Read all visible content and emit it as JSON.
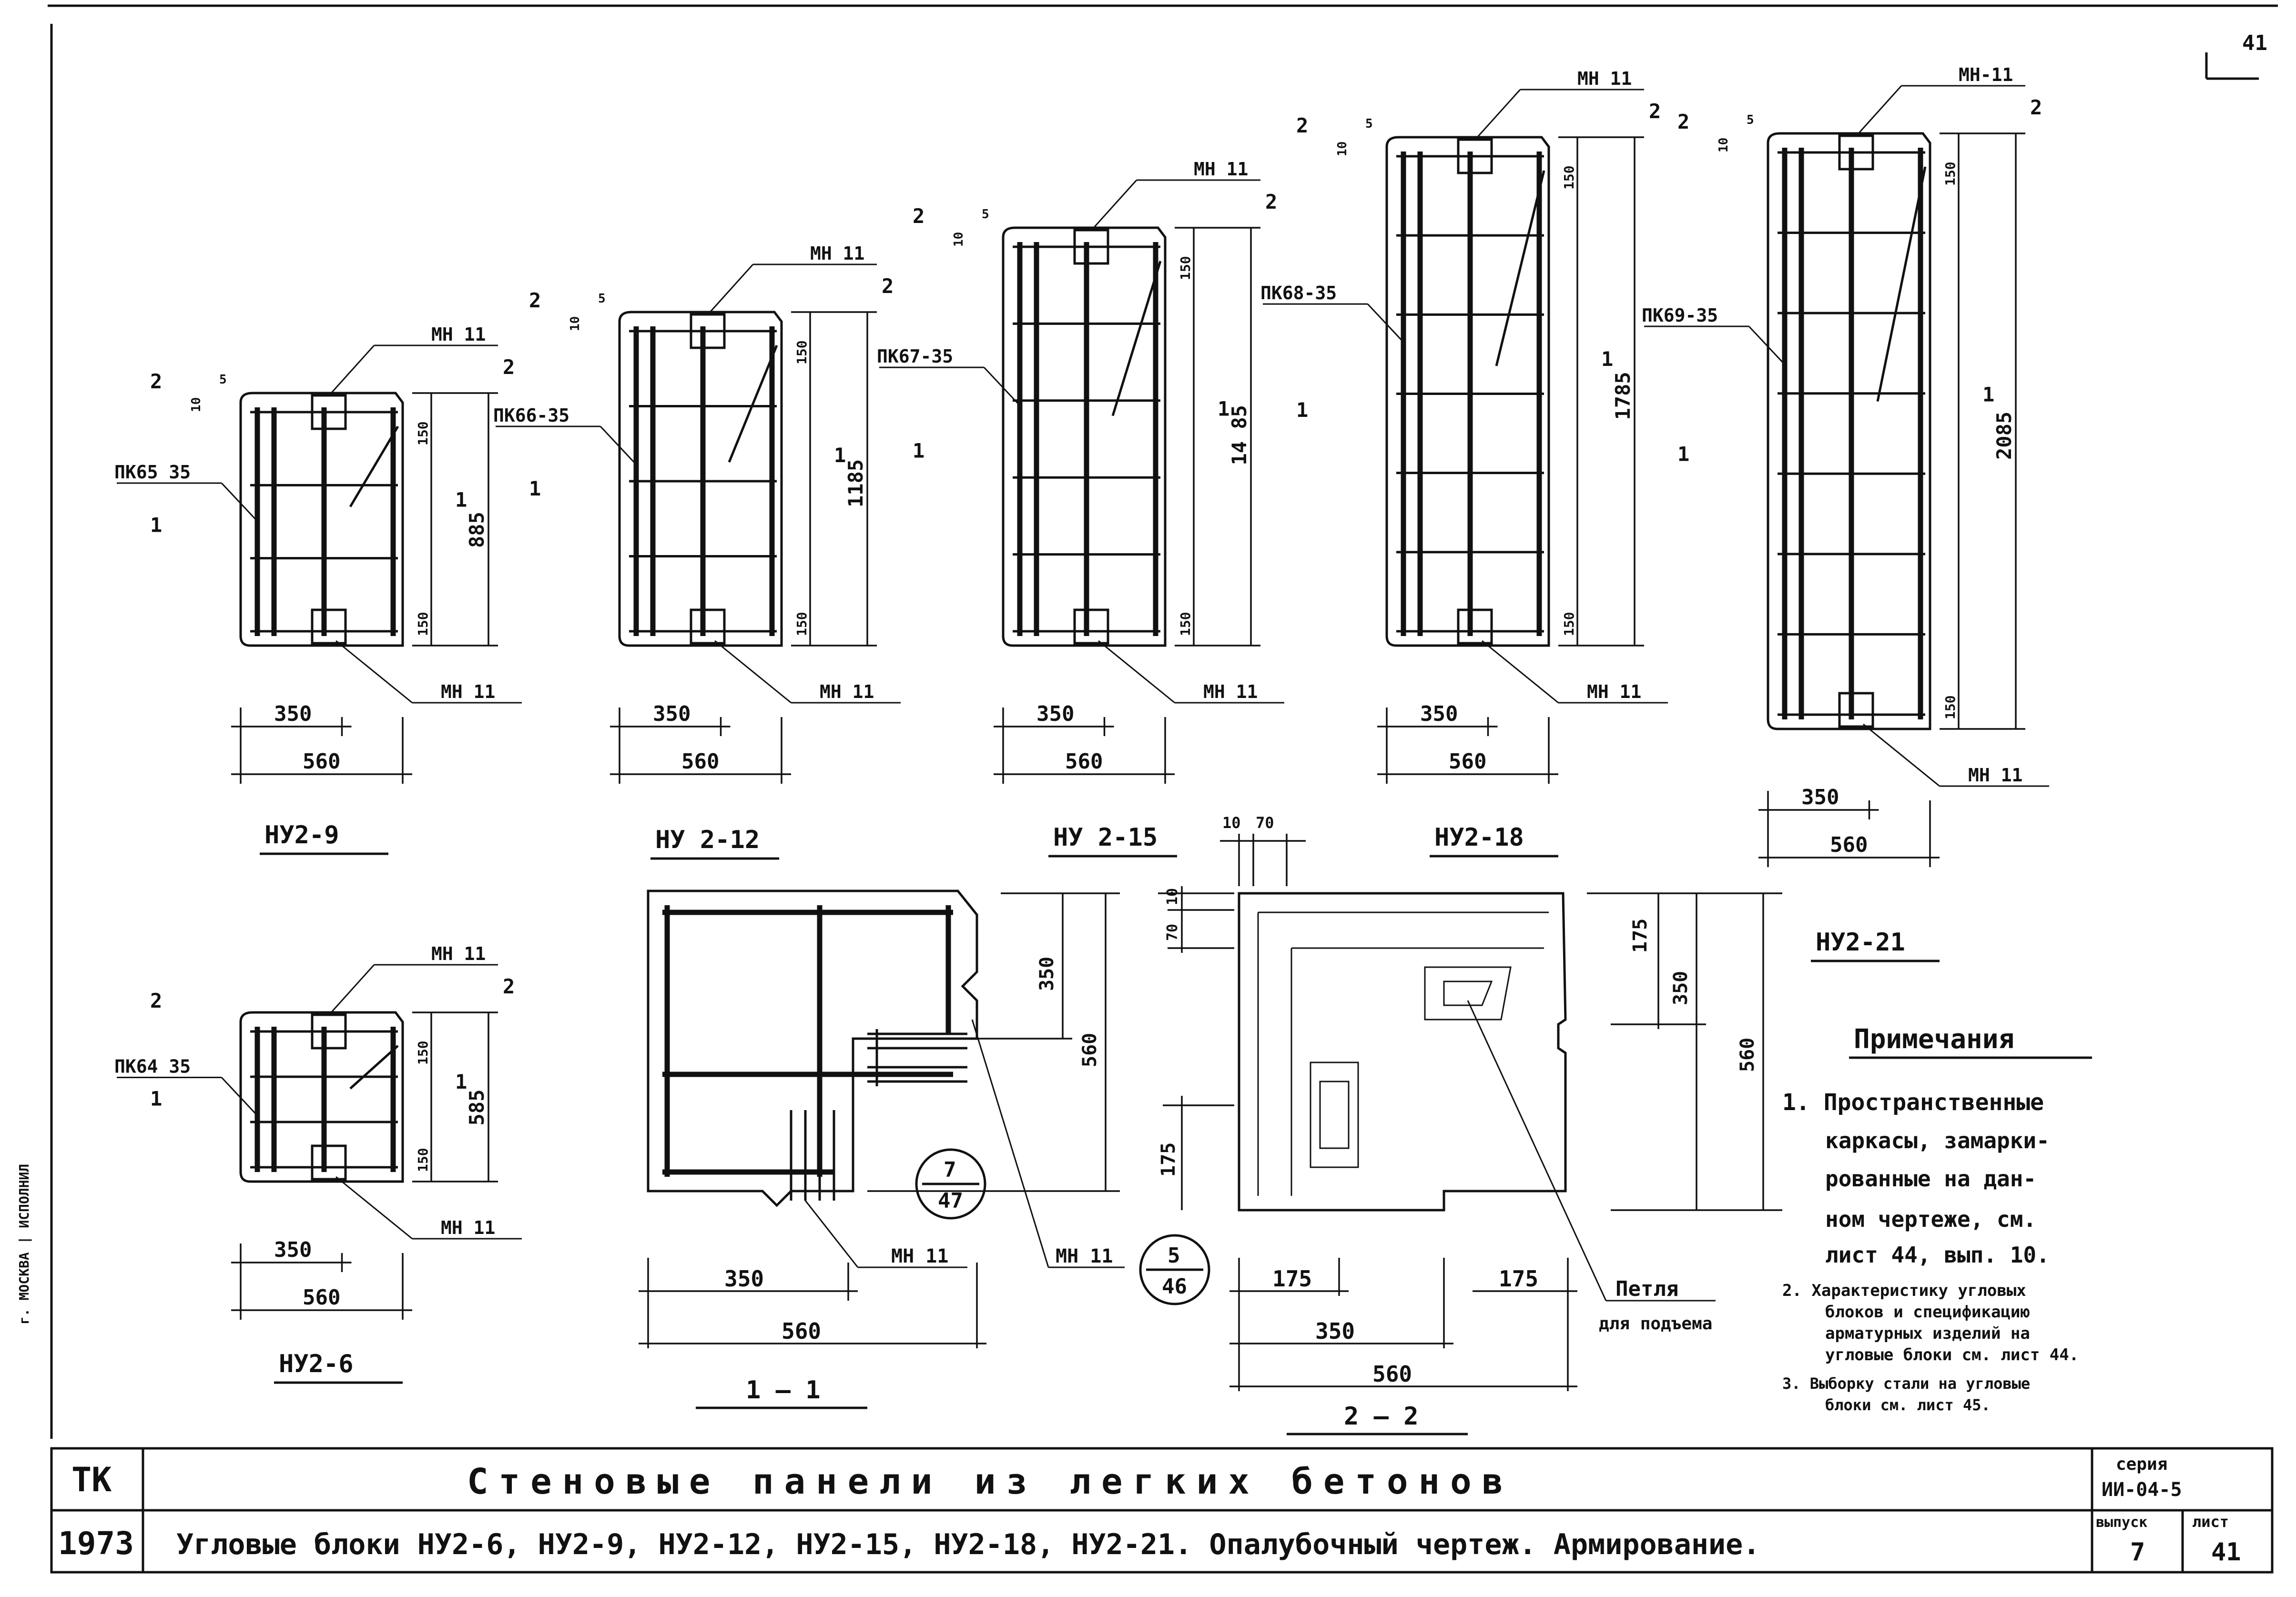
{
  "sheet": {
    "page_number": "41",
    "vertical_note": "г. МОСКВА | ИСПОЛНИЛ"
  },
  "elements": [
    {
      "id": "nu2-9",
      "title": "НУ2-9",
      "frame": "ПК65 35",
      "height": "885",
      "mesh_top": "МН 11",
      "mesh_bottom": "МН 11",
      "dim_w1": "350",
      "dim_w2": "560",
      "dim_a": "150",
      "dim_b": "150",
      "off_a": "5",
      "off_b": "10",
      "sec1": "1",
      "sec2": "2"
    },
    {
      "id": "nu2-12",
      "title": "НУ 2-12",
      "frame": "ПК66-35",
      "height": "1185",
      "mesh_top": "МН 11",
      "mesh_bottom": "МН 11",
      "dim_w1": "350",
      "dim_w2": "560",
      "dim_a": "150",
      "dim_b": "150",
      "off_a": "5",
      "off_b": "10",
      "sec1": "1",
      "sec2": "2"
    },
    {
      "id": "nu2-15",
      "title": "НУ 2-15",
      "frame": "ПК67-35",
      "height": "14 85",
      "mesh_top": "МН 11",
      "mesh_bottom": "МН 11",
      "dim_w1": "350",
      "dim_w2": "560",
      "dim_a": "150",
      "dim_b": "150",
      "off_a": "5",
      "off_b": "10",
      "sec1": "1",
      "sec2": "2"
    },
    {
      "id": "nu2-18",
      "title": "НУ2-18",
      "frame": "ПК68-35",
      "height": "1785",
      "mesh_top": "МН 11",
      "mesh_bottom": "МН 11",
      "dim_w1": "350",
      "dim_w2": "560",
      "dim_a": "150",
      "dim_b": "150",
      "off_a": "5",
      "off_b": "10",
      "sec1": "1",
      "sec2": "2"
    },
    {
      "id": "nu2-21",
      "title": "НУ2-21",
      "frame": "ПК69-35",
      "height": "2085",
      "mesh_top": "МН-11",
      "mesh_bottom": "МН 11",
      "dim_w1": "350",
      "dim_w2": "560",
      "dim_a": "150",
      "dim_b": "150",
      "off_a": "5",
      "off_b": "10",
      "sec1": "1",
      "sec2": "2"
    },
    {
      "id": "nu2-6",
      "title": "НУ2-6",
      "frame": "ПК64 35",
      "height": "585",
      "mesh_top": "МН 11",
      "mesh_bottom": "МН 11",
      "dim_w1": "350",
      "dim_w2": "560",
      "dim_a": "150",
      "dim_b": "150",
      "sec1": "1",
      "sec2": "2"
    }
  ],
  "section_1": {
    "title": "1 — 1",
    "mesh_a": "МН 11",
    "mesh_b": "МН 11",
    "ref_top": "7",
    "ref_bottom": "47",
    "dim_350_h": "350",
    "dim_560_h": "560",
    "dim_350_w": "350",
    "dim_560_w": "560"
  },
  "section_2": {
    "title": "2 — 2",
    "ref_top": "5",
    "ref_bottom": "46",
    "dim_10": "10",
    "dim_70": "70",
    "dim_10v": "10",
    "dim_70v": "70",
    "dim_175_top": "175",
    "dim_350_v": "350",
    "dim_560_v": "560",
    "dim_175_left": "175",
    "dim_175_a": "175",
    "dim_175_b": "175",
    "dim_350_w": "350",
    "dim_560_w": "560",
    "loop_label_1": "Петля",
    "loop_label_2": "для подъема"
  },
  "notes": {
    "heading": "Примечания",
    "items": [
      "1. Пространственные",
      "каркасы, замарки-",
      "рованные на дан-",
      "ном чертеже, см.",
      "лист 44, вып. 10.",
      "2. Характеристику угловых",
      "блоков и спецификацию",
      "арматурных изделий на",
      "угловые блоки см. лист 44.",
      "3. Выборку стали на угловые",
      "блоки см. лист 45."
    ]
  },
  "title_block": {
    "org": "ТК",
    "year": "1973",
    "title": "Стеновые панели из легких бетонов",
    "subtitle": "Угловые блоки НУ2-6, НУ2-9, НУ2-12, НУ2-15, НУ2-18, НУ2-21. Опалубочный чертеж. Армирование.",
    "series_label": "серия",
    "series_value": "ИИ-04-5",
    "issue_label": "выпуск",
    "issue_value": "7",
    "sheet_label": "лист",
    "sheet_value": "41"
  }
}
